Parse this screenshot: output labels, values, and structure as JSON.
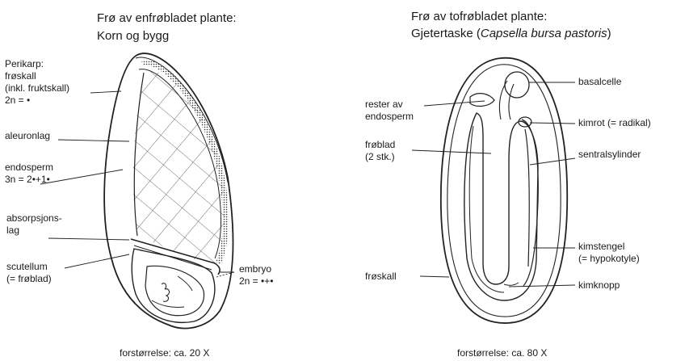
{
  "left": {
    "title_line1": "Frø av enfrøbladet plante:",
    "title_line2": "Korn og bygg",
    "labels": {
      "perikarp_1": "Perikarp:",
      "perikarp_2": "frøskall",
      "perikarp_3": "(inkl. fruktskall)",
      "perikarp_4": "2n = •",
      "aleuronlag": "aleuronlag",
      "endosperm_1": "endosperm",
      "endosperm_2": "3n = 2•+1•",
      "absorp_1": "absorpsjons-",
      "absorp_2": "lag",
      "scutellum_1": "scutellum",
      "scutellum_2": "(= frøblad)",
      "embryo_1": "embryo",
      "embryo_2": "2n = •+•"
    },
    "caption": "forstørrelse: ca. 20 X"
  },
  "right": {
    "title_line1": "Frø av tofrøbladet plante:",
    "title_prefix": "Gjetertaske (",
    "title_italic": "Capsella bursa pastoris",
    "title_suffix": ")",
    "labels": {
      "basalcelle": "basalcelle",
      "rester_1": "rester av",
      "rester_2": "endosperm",
      "kimrot": "kimrot (= radikal)",
      "froblad_1": "frøblad",
      "froblad_2": "(2 stk.)",
      "sentral": "sentralsylinder",
      "kimstengel_1": "kimstengel",
      "kimstengel_2": "(= hypokotyle)",
      "froskall": "frøskall",
      "kimknopp": "kimknopp"
    },
    "caption": "forstørrelse: ca. 80 X"
  }
}
